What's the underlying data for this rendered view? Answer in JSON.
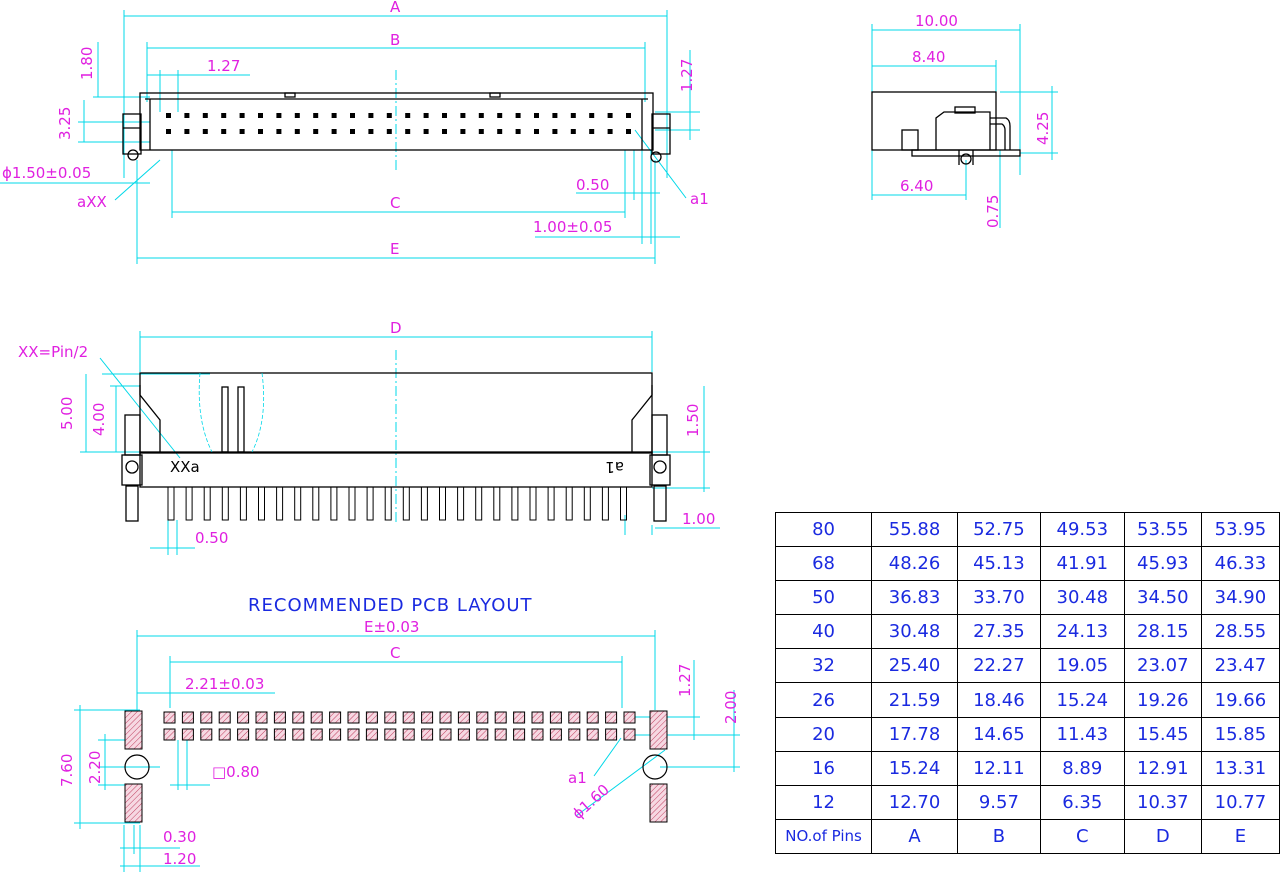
{
  "labels": {
    "top_A": "A",
    "top_B": "B",
    "top_C": "C",
    "top_E": "E",
    "top_1_80": "1.80",
    "top_3_25": "3.25",
    "top_1_27": "1.27",
    "top_1_27_right": "1.27",
    "top_phi": "ϕ1.50±0.05",
    "top_aXX": "aXX",
    "top_a1": "a1",
    "top_0_50": "0.50",
    "top_1_00": "1.00±0.05",
    "side_10_00": "10.00",
    "side_8_40": "8.40",
    "side_4_25": "4.25",
    "side_6_40": "6.40",
    "side_0_75": "0.75",
    "front_D": "D",
    "front_xx": "XX=Pin/2",
    "front_5_00": "5.00",
    "front_4_00": "4.00",
    "front_1_50": "1.50",
    "front_1_00": "1.00",
    "front_0_50": "0.50",
    "front_mark_left": "XXa",
    "front_mark_right": "a1",
    "pcb_title": "RECOMMENDED PCB LAYOUT",
    "pcb_E": "E±0.03",
    "pcb_C": "C",
    "pcb_2_21": "2.21±0.03",
    "pcb_1_27": "1.27",
    "pcb_2_00": "2.00",
    "pcb_7_60": "7.60",
    "pcb_2_20": "2.20",
    "pcb_0_80": "□0.80",
    "pcb_a1": "a1",
    "pcb_phi": "ϕ1.60",
    "pcb_0_30": "0.30",
    "pcb_1_20": "1.20"
  },
  "table": {
    "header": [
      "NO.of Pins",
      "A",
      "B",
      "C",
      "D",
      "E"
    ],
    "rows": [
      [
        "80",
        "55.88",
        "52.75",
        "49.53",
        "53.55",
        "53.95"
      ],
      [
        "68",
        "48.26",
        "45.13",
        "41.91",
        "45.93",
        "46.33"
      ],
      [
        "50",
        "36.83",
        "33.70",
        "30.48",
        "34.50",
        "34.90"
      ],
      [
        "40",
        "30.48",
        "27.35",
        "24.13",
        "28.15",
        "28.55"
      ],
      [
        "32",
        "25.40",
        "22.27",
        "19.05",
        "23.07",
        "23.47"
      ],
      [
        "26",
        "21.59",
        "18.46",
        "15.24",
        "19.26",
        "19.66"
      ],
      [
        "20",
        "17.78",
        "14.65",
        "11.43",
        "15.45",
        "15.85"
      ],
      [
        "16",
        "15.24",
        "12.11",
        "8.89",
        "12.91",
        "13.31"
      ],
      [
        "12",
        "12.70",
        "9.57",
        "6.35",
        "10.37",
        "10.77"
      ]
    ]
  },
  "colors": {
    "dimension_text": "#e020e0",
    "dimension_lines": "#00d8e8",
    "outline": "#000000",
    "table_text": "#1a2ae0",
    "pad_fill": "#f0c0d0"
  }
}
